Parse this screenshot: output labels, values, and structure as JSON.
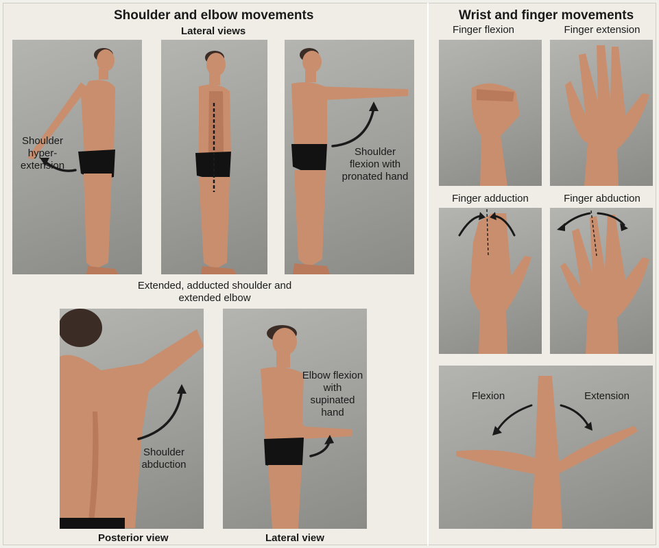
{
  "left_section": {
    "title": "Shoulder and elbow movements",
    "subtitle": "Lateral views",
    "labels": {
      "hyperextension": "Shoulder hyper- extension",
      "middle_caption": "Extended, adducted shoulder and extended elbow",
      "flexion": "Shoulder flexion with pronated hand",
      "abduction": "Shoulder abduction",
      "elbow": "Elbow flexion with supinated hand",
      "posterior_view": "Posterior view",
      "lateral_view": "Lateral view"
    }
  },
  "right_section": {
    "title": "Wrist and finger movements",
    "labels": {
      "finger_flexion": "Finger flexion",
      "finger_extension": "Finger extension",
      "finger_adduction": "Finger adduction",
      "finger_abduction": "Finger abduction",
      "wrist_flexion": "Flexion",
      "wrist_extension": "Extension"
    }
  }
}
